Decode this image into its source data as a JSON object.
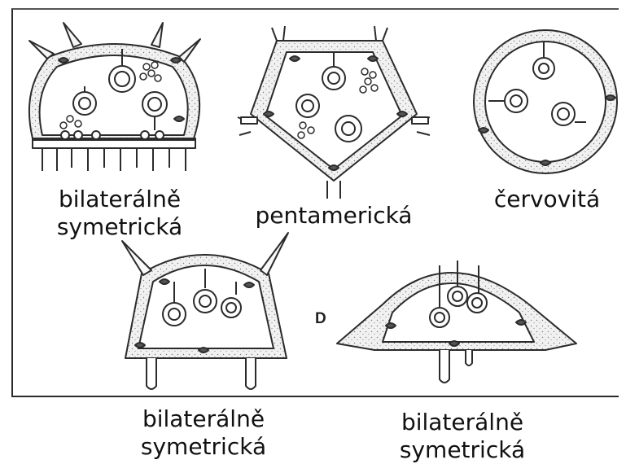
{
  "figure": {
    "panel_letter": "D"
  },
  "labels": {
    "top_left": {
      "line1": "bilaterálně",
      "line2": "symetrická"
    },
    "top_center": {
      "line1": "pentamerická"
    },
    "top_right": {
      "line1": "červovitá"
    },
    "bottom_left": {
      "line1": "bilaterálně",
      "line2": "symetrická"
    },
    "bottom_right": {
      "line1": "bilaterálně",
      "line2": "symetrická"
    }
  },
  "colors": {
    "ink": "#2b2b2b",
    "wall_fill": "#efefef",
    "stipple": "#7a7a7a"
  }
}
